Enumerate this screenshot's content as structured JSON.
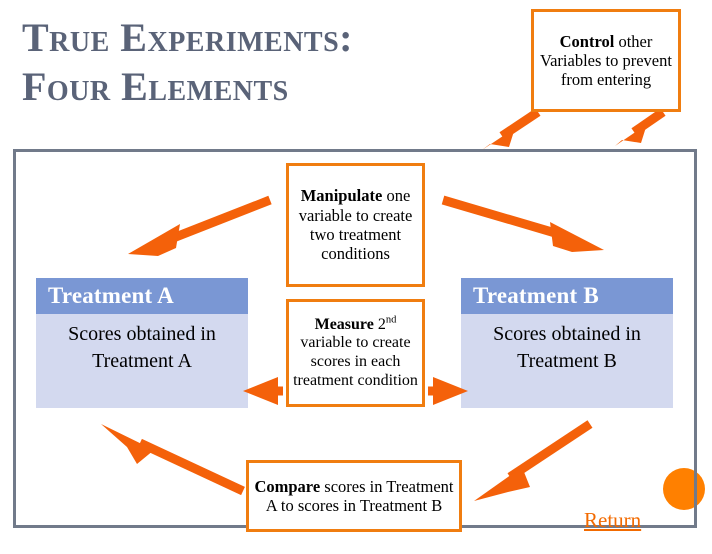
{
  "slide": {
    "title_line1": "True Experiments:",
    "title_line2": "Four Elements",
    "title_color": "#5a6378",
    "frame_border_color": "#717a8a",
    "accent_orange": "#f07d10",
    "link_orange": "#f26a00",
    "circle_orange": "#ff8000",
    "treatment_header_blue": "#7a97d4",
    "treatment_body_blue": "#d3d9ef"
  },
  "notes": {
    "control": {
      "lead": "Control",
      "rest": " other Variables to prevent from entering",
      "full_text": "Control other Variables to prevent from entering"
    },
    "manipulate": {
      "lead": "Manipulate",
      "rest": " one variable to create two treatment conditions",
      "full_text": "Manipulate one variable to create two treatment conditions"
    },
    "measure": {
      "lead": "Measure",
      "rest_before_sup": " 2",
      "sup": "nd",
      "rest_after_sup": " variable to create scores in each treatment condition",
      "full_text": "Measure 2nd variable to create scores in each treatment condition"
    },
    "compare": {
      "lead": "Compare",
      "rest": " scores in Treatment A to scores in Treatment B",
      "full_text": "Compare scores in Treatment A to scores in Treatment B"
    }
  },
  "treatments": [
    {
      "id": "a",
      "header": "Treatment A",
      "body": "Scores obtained in Treatment A"
    },
    {
      "id": "b",
      "header": "Treatment B",
      "body": "Scores obtained in Treatment B"
    }
  ],
  "arrows": [
    {
      "name": "control-to-left",
      "from": "Control box",
      "to": "inside frame (left)"
    },
    {
      "name": "control-to-right",
      "from": "Control box",
      "to": "inside frame (right)"
    },
    {
      "name": "manipulate-to-treatment-a",
      "from": "Manipulate box",
      "to": "Treatment A"
    },
    {
      "name": "manipulate-to-treatment-b",
      "from": "Manipulate box",
      "to": "Treatment B"
    },
    {
      "name": "measure-to-treatment-a",
      "from": "Measure box",
      "to": "Treatment A"
    },
    {
      "name": "measure-to-treatment-b",
      "from": "Measure box",
      "to": "Treatment B"
    },
    {
      "name": "compare-to-treatment-a",
      "from": "Compare box",
      "to": "Treatment A"
    },
    {
      "name": "compare-to-treatment-b",
      "from": "Compare box",
      "to": "Treatment B"
    }
  ],
  "footer": {
    "return_label": "Return"
  }
}
